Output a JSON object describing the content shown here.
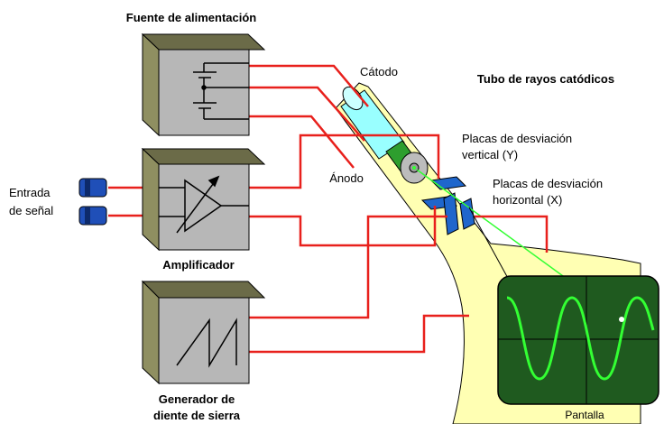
{
  "labels": {
    "power_supply": "Fuente de alimentación",
    "crt": "Tubo de rayos catódicos",
    "cathode": "Cátodo",
    "anode": "Ánodo",
    "vertical_plates_line1": "Placas de desviación",
    "vertical_plates_line2": "vertical (Y)",
    "horizontal_plates_line1": "Placas de desviación",
    "horizontal_plates_line2": "horizontal (X)",
    "signal_input_line1": "Entrada",
    "signal_input_line2": "de señal",
    "amplifier": "Amplificador",
    "sawtooth_line1": "Generador de",
    "sawtooth_line2": "diente de sierra",
    "screen": "Pantalla"
  },
  "colors": {
    "box_front": "#b7b7b7",
    "box_side": "#8f8f61",
    "box_top": "#6b6b48",
    "wire": "#e8201c",
    "tube_glow": "#ffffb3",
    "screen_bg": "#1f5a1f",
    "trace": "#33ff33",
    "plate": "#1f66cc",
    "cathode_cyan": "#99ffff",
    "anode_green": "#2e9e2e",
    "connector": "#1f4fb8"
  },
  "icons": {
    "power_supply_symbol": "battery-icon",
    "amplifier_symbol": "variable-amplifier-icon",
    "sawtooth_symbol": "sawtooth-wave-icon",
    "input_connectors": "coax-connector-icon"
  }
}
